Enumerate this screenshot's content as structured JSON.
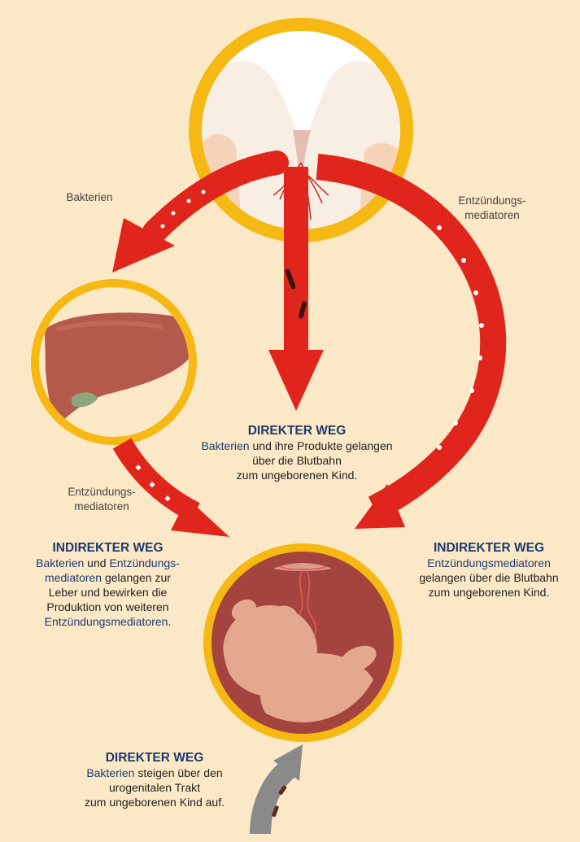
{
  "labels": {
    "bacteria_top": "Bakterien",
    "mediators_right_1": "Entzündungs-",
    "mediators_right_2": "mediatoren",
    "mediators_left_1": "Entzündungs-",
    "mediators_left_2": "mediatoren"
  },
  "direct_center": {
    "title": "DIREKTER WEG",
    "hl1": "Bakterien",
    "t1": " und ihre Produkte gelangen",
    "t2": "über die Blutbahn",
    "t3": "zum ungeborenen Kind."
  },
  "indirect_left": {
    "title": "INDIREKTER WEG",
    "hl1": "Bakterien",
    "t1": " und ",
    "hl2": "Entzündungs-",
    "hl3": "mediatoren",
    "t2": " gelangen zur",
    "t3": "Leber und bewirken die",
    "t4": "Produktion von weiteren",
    "hl4": "Entzündungsmediatoren",
    "t5": "."
  },
  "indirect_right": {
    "title": "INDIREKTER WEG",
    "hl1": "Entzündungsmediatoren",
    "t1": "gelangen über die Blutbahn",
    "t2": "zum ungeborenen Kind."
  },
  "direct_bottom": {
    "title": "DIREKTER WEG",
    "hl1": "Bakterien",
    "t1": " steigen über den",
    "t2": "urogenitalen Trakt",
    "t3": "zum ungeborenen Kind auf."
  },
  "colors": {
    "background": "#fbe8c6",
    "ring": "#f6b812",
    "arrow": "#e0261c",
    "title_blue": "#1d3b6e",
    "uterus": "#a3443e",
    "fetus": "#e4a88e",
    "liver": "#b35a4c",
    "gray_arrow": "#8a8a8a"
  },
  "icons": [
    "tooth-icon",
    "liver-icon",
    "fetus-icon"
  ]
}
